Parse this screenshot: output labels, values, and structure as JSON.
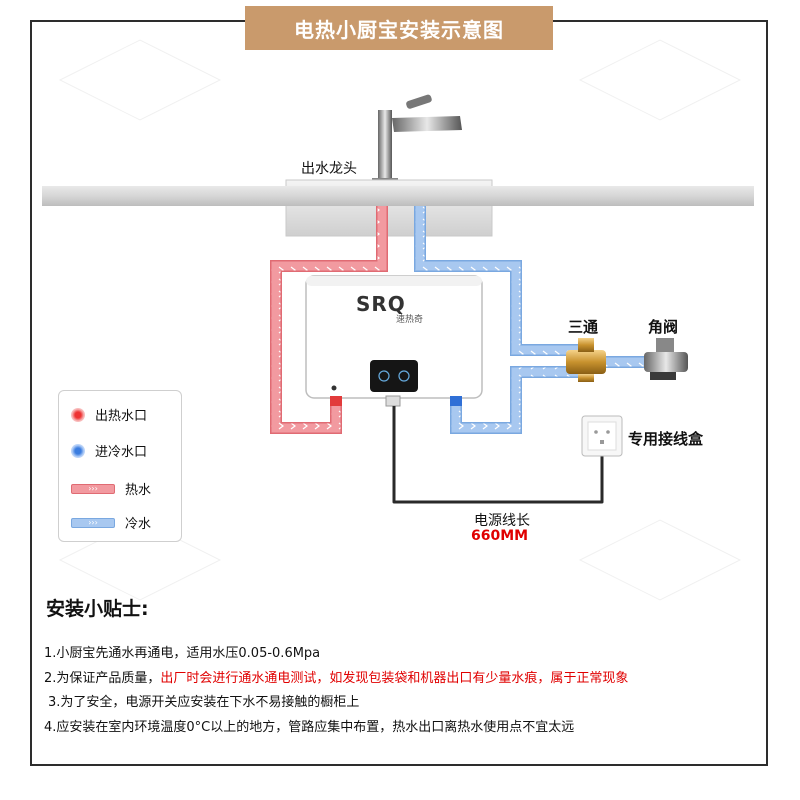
{
  "title": "电热小厨宝安装示意图",
  "labels": {
    "faucet": "出水龙头",
    "tee": "三通",
    "angle_valve": "角阀",
    "junction_box": "专用接线盒",
    "cable_length_label": "电源线长",
    "cable_length_value": "660MM",
    "brand_logo": "SRQ",
    "brand_sub": "速热奇"
  },
  "legend": {
    "hot_outlet": "出热水口",
    "cold_inlet": "进冷水口",
    "hot_water": "热水",
    "cold_water": "冷水"
  },
  "tips": {
    "heading": "安装小贴士:",
    "items": [
      {
        "plain": "1.小厨宝先通水再通电，适用水压0.05-0.6Mpa",
        "red": ""
      },
      {
        "plain": "2.为保证产品质量，",
        "red": "出厂时会进行通水通电测试，如发现包装袋和机器出口有少量水痕，属于正常现象"
      },
      {
        "plain": "3.为了安全，电源开关应安装在下水不易接触的橱柜上",
        "red": ""
      },
      {
        "plain": "4.应安装在室内环境温度0°C以上的地方，管路应集中布置，热水出口离热水使用点不宜太远",
        "red": ""
      }
    ]
  },
  "colors": {
    "title_bg": "#c99a6c",
    "hot_pipe": "#f29aa0",
    "cold_pipe": "#a8c8f0",
    "emphasis_red": "#e00000"
  }
}
